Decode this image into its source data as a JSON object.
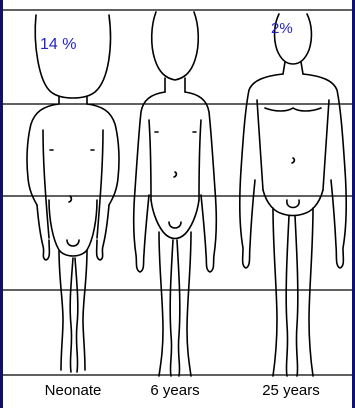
{
  "slide": {
    "background_color": "#101070",
    "label_color": "#2323c8"
  },
  "figures": [
    {
      "caption": "Neonate",
      "head_percent": "14 %"
    },
    {
      "caption": "6 years",
      "head_percent": ""
    },
    {
      "caption": "25 years",
      "head_percent": "2%"
    }
  ]
}
